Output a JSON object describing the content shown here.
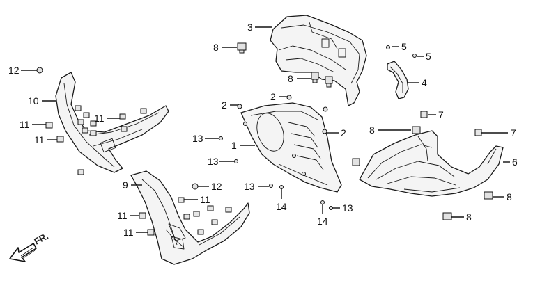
{
  "diagram": {
    "callouts": {
      "c1": "1",
      "c2a": "2",
      "c2b": "2",
      "c2c": "2",
      "c3": "3",
      "c4": "4",
      "c5a": "5",
      "c5b": "5",
      "c6": "6",
      "c7a": "7",
      "c7b": "7",
      "c8a": "8",
      "c8b": "8",
      "c8c": "8",
      "c8d": "8",
      "c8e": "8",
      "c9": "9",
      "c10": "10",
      "c11a": "11",
      "c11b": "11",
      "c11c": "11",
      "c11d": "11",
      "c11e": "11",
      "c11f": "11",
      "c12a": "12",
      "c12b": "12",
      "c13a": "13",
      "c13b": "13",
      "c13c": "13",
      "c13d": "13",
      "c14a": "14",
      "c14b": "14"
    },
    "front_label": "FR."
  }
}
